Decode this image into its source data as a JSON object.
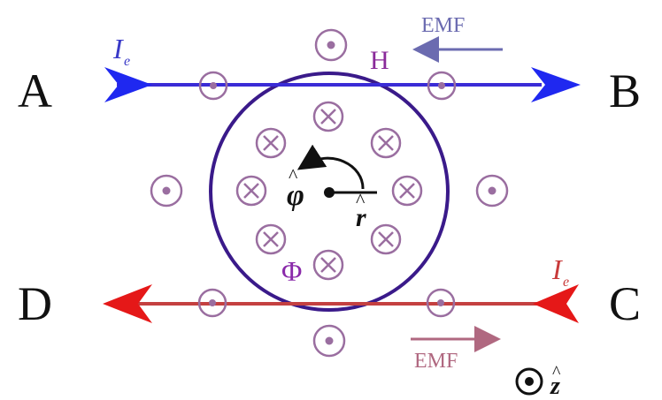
{
  "labels": {
    "A": "A",
    "B": "B",
    "C": "C",
    "D": "D",
    "H": "H",
    "emf_top": "EMF",
    "emf_bottom": "EMF",
    "I_top": "I",
    "I_top_sub": "e",
    "I_bottom": "I",
    "I_bottom_sub": "e",
    "phi_hat": "φ",
    "r_hat": "r",
    "Phi": "Φ",
    "z_hat": "z"
  },
  "colors": {
    "wire_top": "#3a2bd6",
    "wire_top_arrow": "#1f28f0",
    "wire_bottom": "#c44040",
    "wire_bottom_arrow": "#e51818",
    "loop": "#3a1a8a",
    "field_symbol": "#9a6ea0",
    "H_label": "#8a2a9a",
    "emf_top": "#6b6bb0",
    "emf_bottom": "#b06880",
    "corner_labels": "#111111",
    "I_top": "#3a3ac8",
    "I_bottom": "#c83a3a",
    "Phi": "#8a2aaa"
  }
}
